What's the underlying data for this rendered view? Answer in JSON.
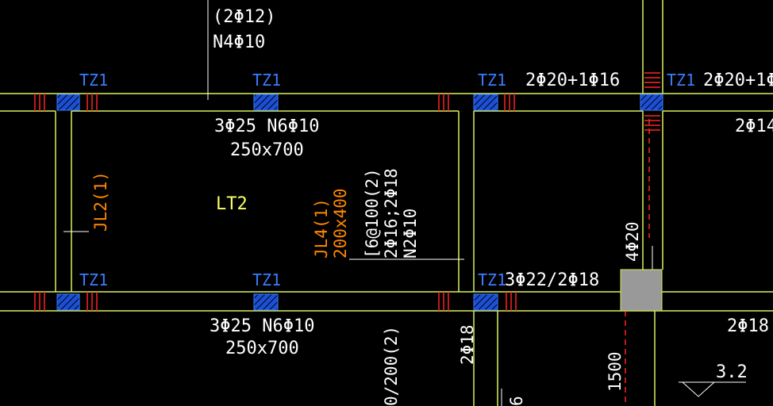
{
  "colors": {
    "background": "#000000",
    "beam_line": "#d9f05a",
    "column_fill": "#1b4fd6",
    "column_label": "#3a7cff",
    "rebar_mark": "#ff2a2a",
    "beam_label": "#ffffff",
    "slab_label": "#ffff66",
    "ground_beam_label": "#ff8800",
    "pad": "#999999"
  },
  "labels": {
    "top_partial_1": "(2Φ12)",
    "top_partial_2": "N4Φ10",
    "tz1_top_1": "TZ1",
    "tz1_top_2": "TZ1",
    "tz1_top_3": "TZ1",
    "tz1_top_4": "TZ1",
    "beam_top_right_1": "2Φ20+1Φ16",
    "beam_top_right_2": "2Φ20+1Φ",
    "beam_right_2phi14": "2Φ14",
    "beam_upper_rebar": "3Φ25 N6Φ10",
    "beam_upper_size": "250x700",
    "slab_lt2": "LT2",
    "jl2": "JL2(1)",
    "jl4_1": "JL4(1)",
    "jl4_2": "200x400",
    "jl4_3": "[6@100(2)",
    "jl4_4": "2Φ16;2Φ18",
    "jl4_5": "N2Φ10",
    "col_4phi20": "4Φ20",
    "tz1_bot_1": "TZ1",
    "tz1_bot_2": "TZ1",
    "tz1_bot_3": "TZ1",
    "beam_bot_mid": "3Φ22/2Φ18",
    "beam_lower_rebar": "3Φ25 N6Φ10",
    "beam_lower_size": "250x700",
    "beam_right_2phi18": "2Φ18",
    "vert_2phi18": "2Φ18",
    "vert_200": "0/200(2)",
    "vert_1500": "1500",
    "elev_32": "3.2",
    "partial_6": "6"
  }
}
